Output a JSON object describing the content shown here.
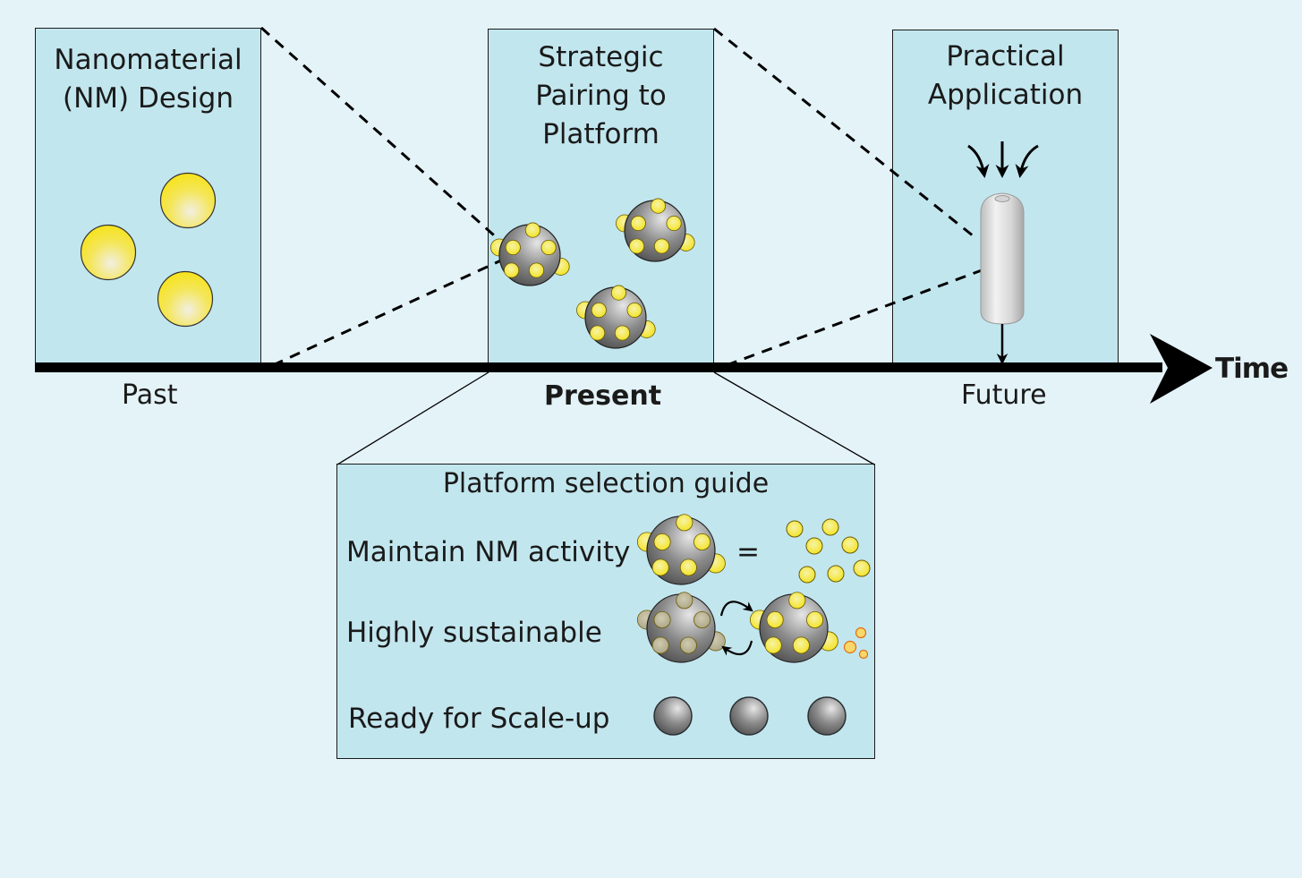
{
  "panels": {
    "past": {
      "title": "Nanomaterial\n(NM) Design"
    },
    "present": {
      "title": "Strategic\nPairing to\nPlatform"
    },
    "future": {
      "title": "Practical\nApplication"
    }
  },
  "timeline": {
    "axis_label": "Time",
    "past_label": "Past",
    "present_label": "Present",
    "future_label": "Future"
  },
  "guide": {
    "title": "Platform selection guide",
    "rows": [
      {
        "label": "Maintain NM activity",
        "symbol": "="
      },
      {
        "label": "Highly sustainable"
      },
      {
        "label": "Ready for Scale-up"
      }
    ]
  },
  "colors": {
    "background": "#e4f3f8",
    "panel": "#c2e6ee",
    "nanoparticle": "#f5e21a",
    "platform_sphere": "#6e6e6e",
    "spent_nanoparticle": "#b8b08a",
    "released_nanoparticle": "#f0a020"
  }
}
